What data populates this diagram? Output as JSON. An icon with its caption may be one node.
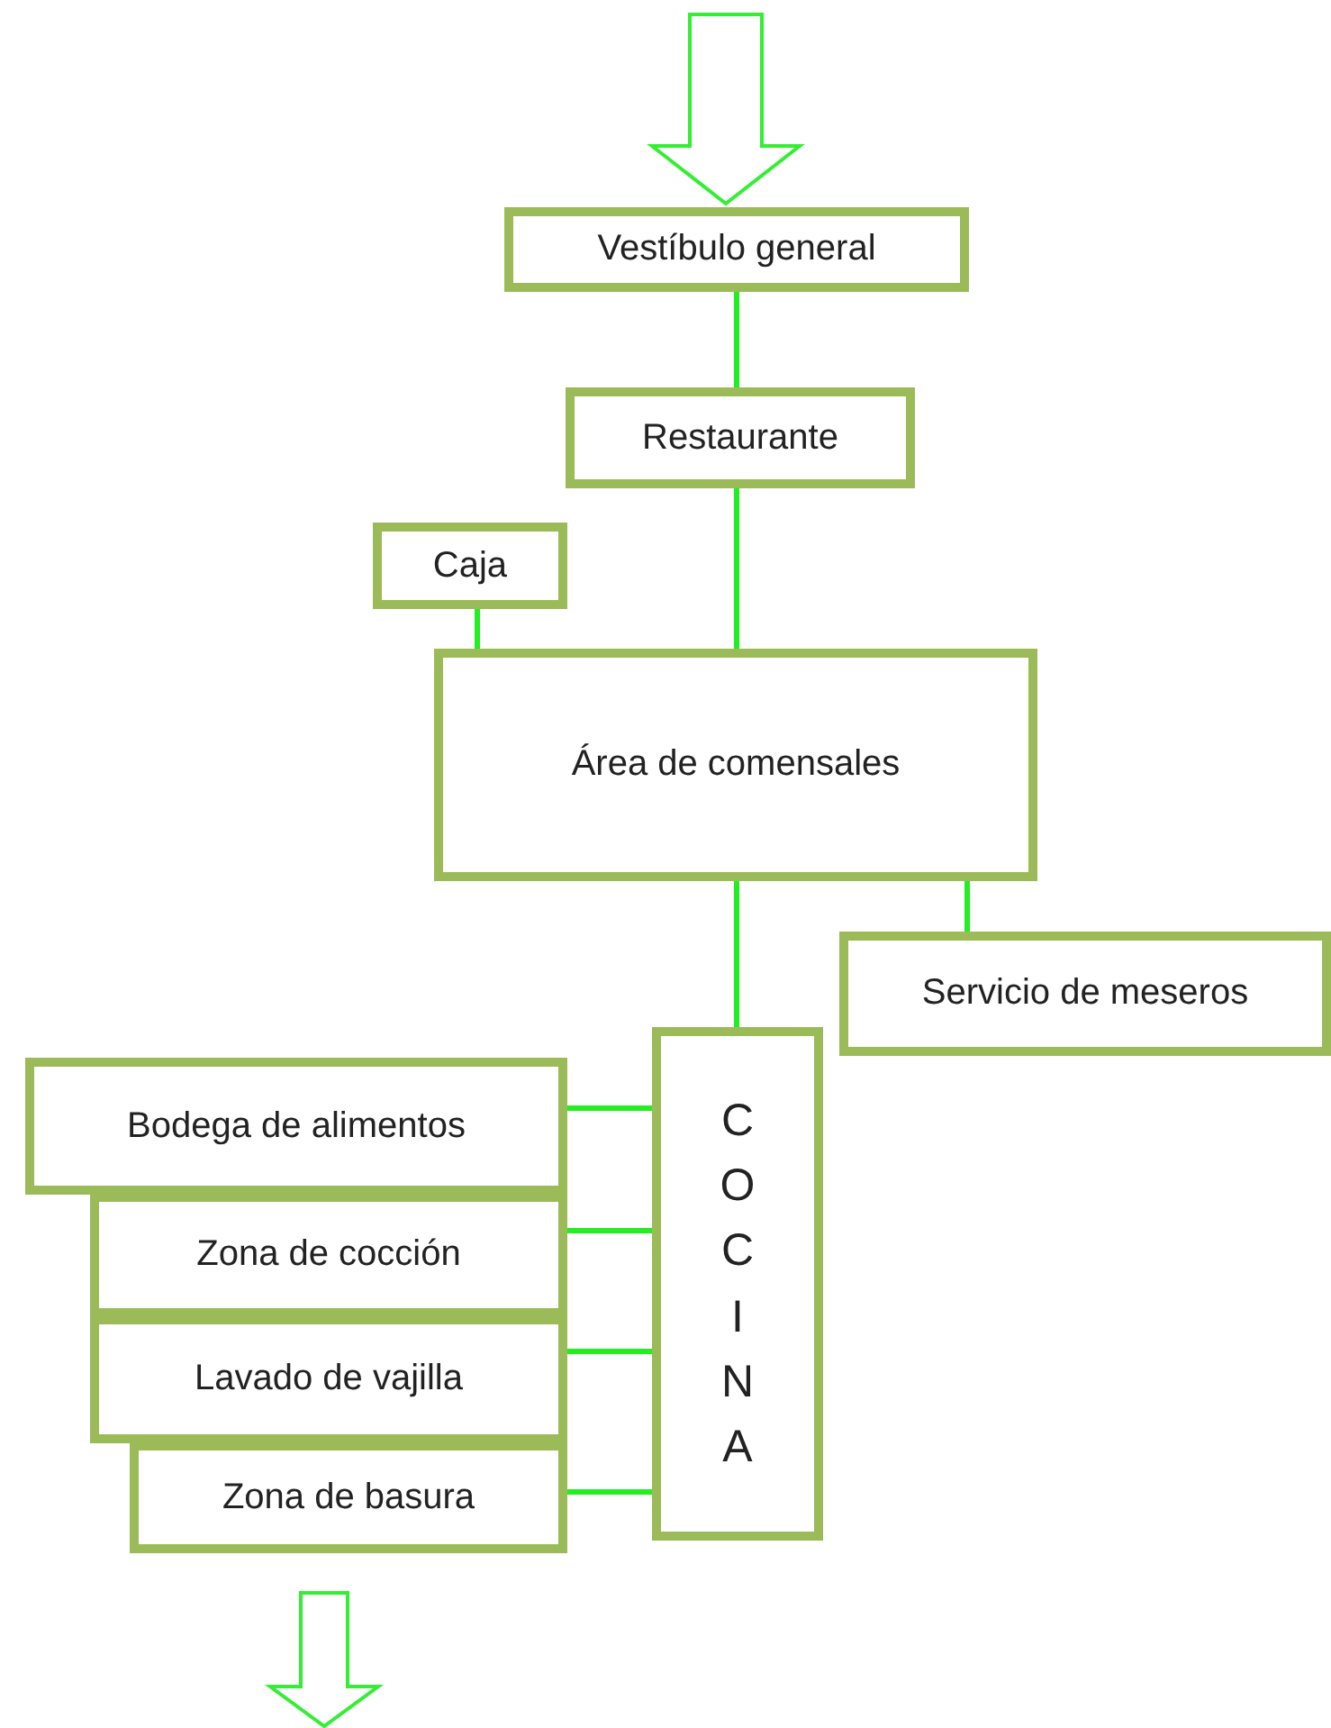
{
  "diagram": {
    "nodes": [
      {
        "text": [
          "Vestíbulo general"
        ]
      },
      {
        "text": [
          "Restaurante"
        ]
      },
      {
        "text": [
          "Caja"
        ]
      },
      {
        "text": [
          "Área de comensales"
        ]
      },
      {
        "text": [
          "Servicio de meseros"
        ]
      },
      {
        "text": [
          "COCINA"
        ]
      },
      {
        "text": [
          "Bodega de alimentos"
        ]
      },
      {
        "text": [
          "Zona de cocción"
        ]
      },
      {
        "text": [
          "Lavado de vajilla"
        ]
      },
      {
        "text": [
          "Zona de basura"
        ]
      }
    ],
    "edges": [
      {
        "from": null,
        "to": 0,
        "arrow": "to"
      },
      {
        "from": 0,
        "to": 1,
        "arrow": "none"
      },
      {
        "from": 1,
        "to": 3,
        "arrow": "none"
      },
      {
        "from": 2,
        "to": 3,
        "arrow": "none"
      },
      {
        "from": 3,
        "to": 5,
        "arrow": "none"
      },
      {
        "from": 3,
        "to": 4,
        "arrow": "none"
      },
      {
        "from": 6,
        "to": 5,
        "arrow": "none"
      },
      {
        "from": 7,
        "to": 5,
        "arrow": "none"
      },
      {
        "from": 8,
        "to": 5,
        "arrow": "none"
      },
      {
        "from": 9,
        "to": 5,
        "arrow": "none"
      },
      {
        "from": 9,
        "to": null,
        "arrow": "to"
      }
    ]
  }
}
